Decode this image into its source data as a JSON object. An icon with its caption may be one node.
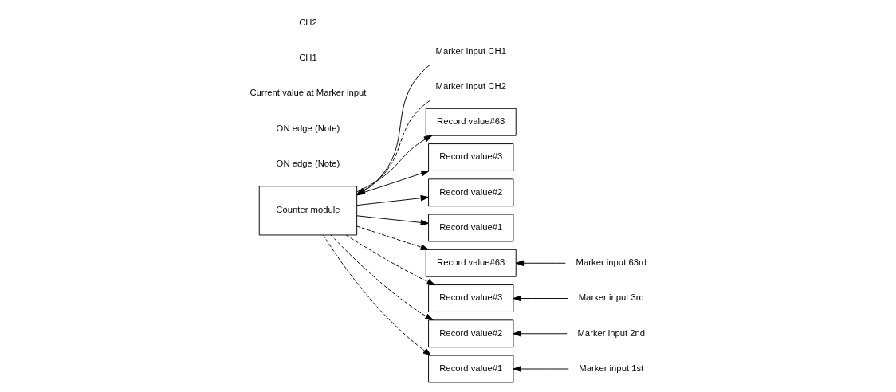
{
  "diagram": {
    "nodes": [
      {
        "text": [
          "Counter module"
        ]
      },
      {
        "text": [
          "Marker input CH1"
        ]
      },
      {
        "text": [
          "Marker input CH2"
        ]
      },
      {
        "text": [
          "Record value#63"
        ]
      },
      {
        "text": [
          "Record value#3"
        ]
      },
      {
        "text": [
          "Record value#2"
        ]
      },
      {
        "text": [
          "Record value#1"
        ]
      },
      {
        "text": [
          "Record value#63"
        ]
      },
      {
        "text": [
          "Record value#3"
        ]
      },
      {
        "text": [
          "Record value#2"
        ]
      },
      {
        "text": [
          "Record value#1"
        ]
      },
      {
        "text": [
          "Marker input 63rd"
        ]
      },
      {
        "text": [
          "Marker input 3rd"
        ]
      },
      {
        "text": [
          "Marker input 2nd"
        ]
      },
      {
        "text": [
          "Marker input 1st"
        ]
      }
    ],
    "edges": [
      {
        "from": 1,
        "to": 0,
        "arrow": "to"
      },
      {
        "from": 2,
        "to": 0,
        "arrow": "to",
        "style": "dashed"
      },
      {
        "from": 0,
        "to": 3,
        "arrow": "to"
      },
      {
        "from": 0,
        "to": 4,
        "arrow": "to"
      },
      {
        "from": 0,
        "to": 5,
        "arrow": "to"
      },
      {
        "from": 0,
        "to": 6,
        "arrow": "to"
      },
      {
        "from": 0,
        "to": 7,
        "arrow": "to",
        "style": "dashed"
      },
      {
        "from": 0,
        "to": 8,
        "arrow": "to",
        "style": "dashed"
      },
      {
        "from": 0,
        "to": 9,
        "arrow": "to",
        "style": "dashed"
      },
      {
        "from": 0,
        "to": 10,
        "arrow": "to",
        "style": "dashed"
      },
      {
        "from": 11,
        "to": 7,
        "arrow": "to"
      },
      {
        "from": 12,
        "to": 8,
        "arrow": "to"
      },
      {
        "from": 13,
        "to": 9,
        "arrow": "to"
      },
      {
        "from": 14,
        "to": 10,
        "arrow": "to"
      }
    ],
    "labels": [
      "ON edge (Note)",
      "ON edge (Note)",
      "Current value at Marker input",
      "CH1",
      "CH2"
    ]
  }
}
